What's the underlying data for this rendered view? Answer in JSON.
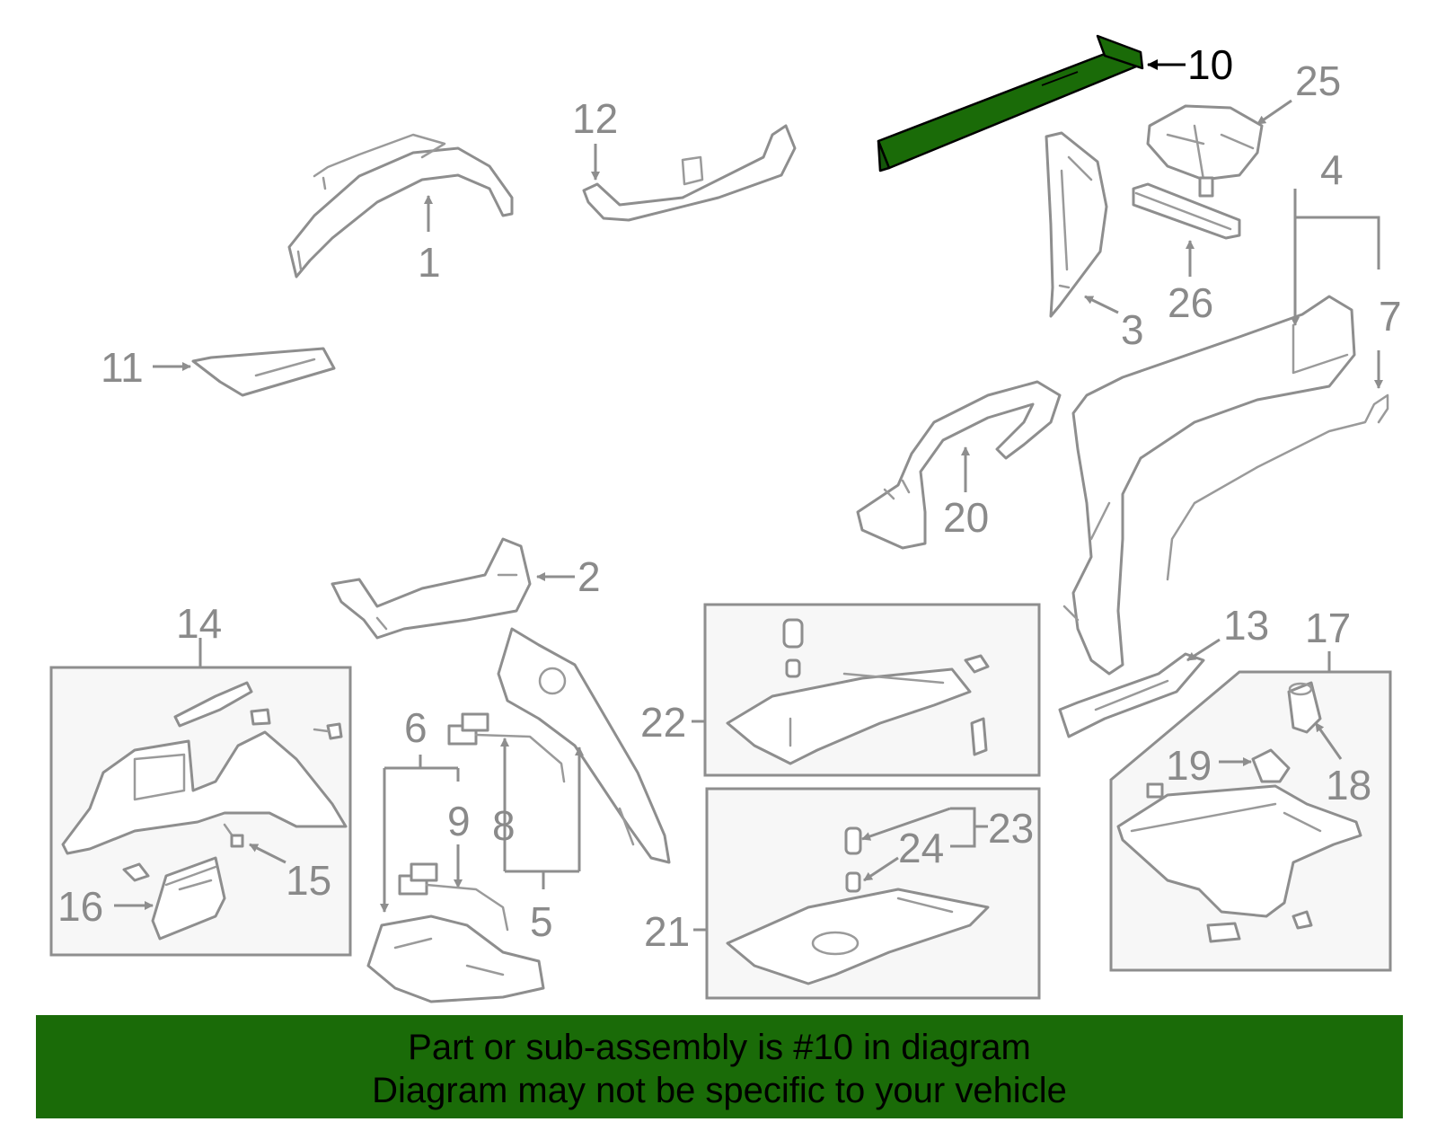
{
  "highlight": {
    "part_number": "10",
    "color": "#1a6b08"
  },
  "callouts": {
    "c1": "1",
    "c2": "2",
    "c3": "3",
    "c4": "4",
    "c5": "5",
    "c6": "6",
    "c7": "7",
    "c8": "8",
    "c9": "9",
    "c10": "10",
    "c11": "11",
    "c12": "12",
    "c13": "13",
    "c14": "14",
    "c15": "15",
    "c16": "16",
    "c17": "17",
    "c18": "18",
    "c19": "19",
    "c20": "20",
    "c21": "21",
    "c22": "22",
    "c23": "23",
    "c24": "24",
    "c25": "25",
    "c26": "26"
  },
  "banner": {
    "line1": "Part or sub-assembly is #10 in diagram",
    "line2": "Diagram may not be specific to your vehicle",
    "background": "#1a6b08"
  }
}
